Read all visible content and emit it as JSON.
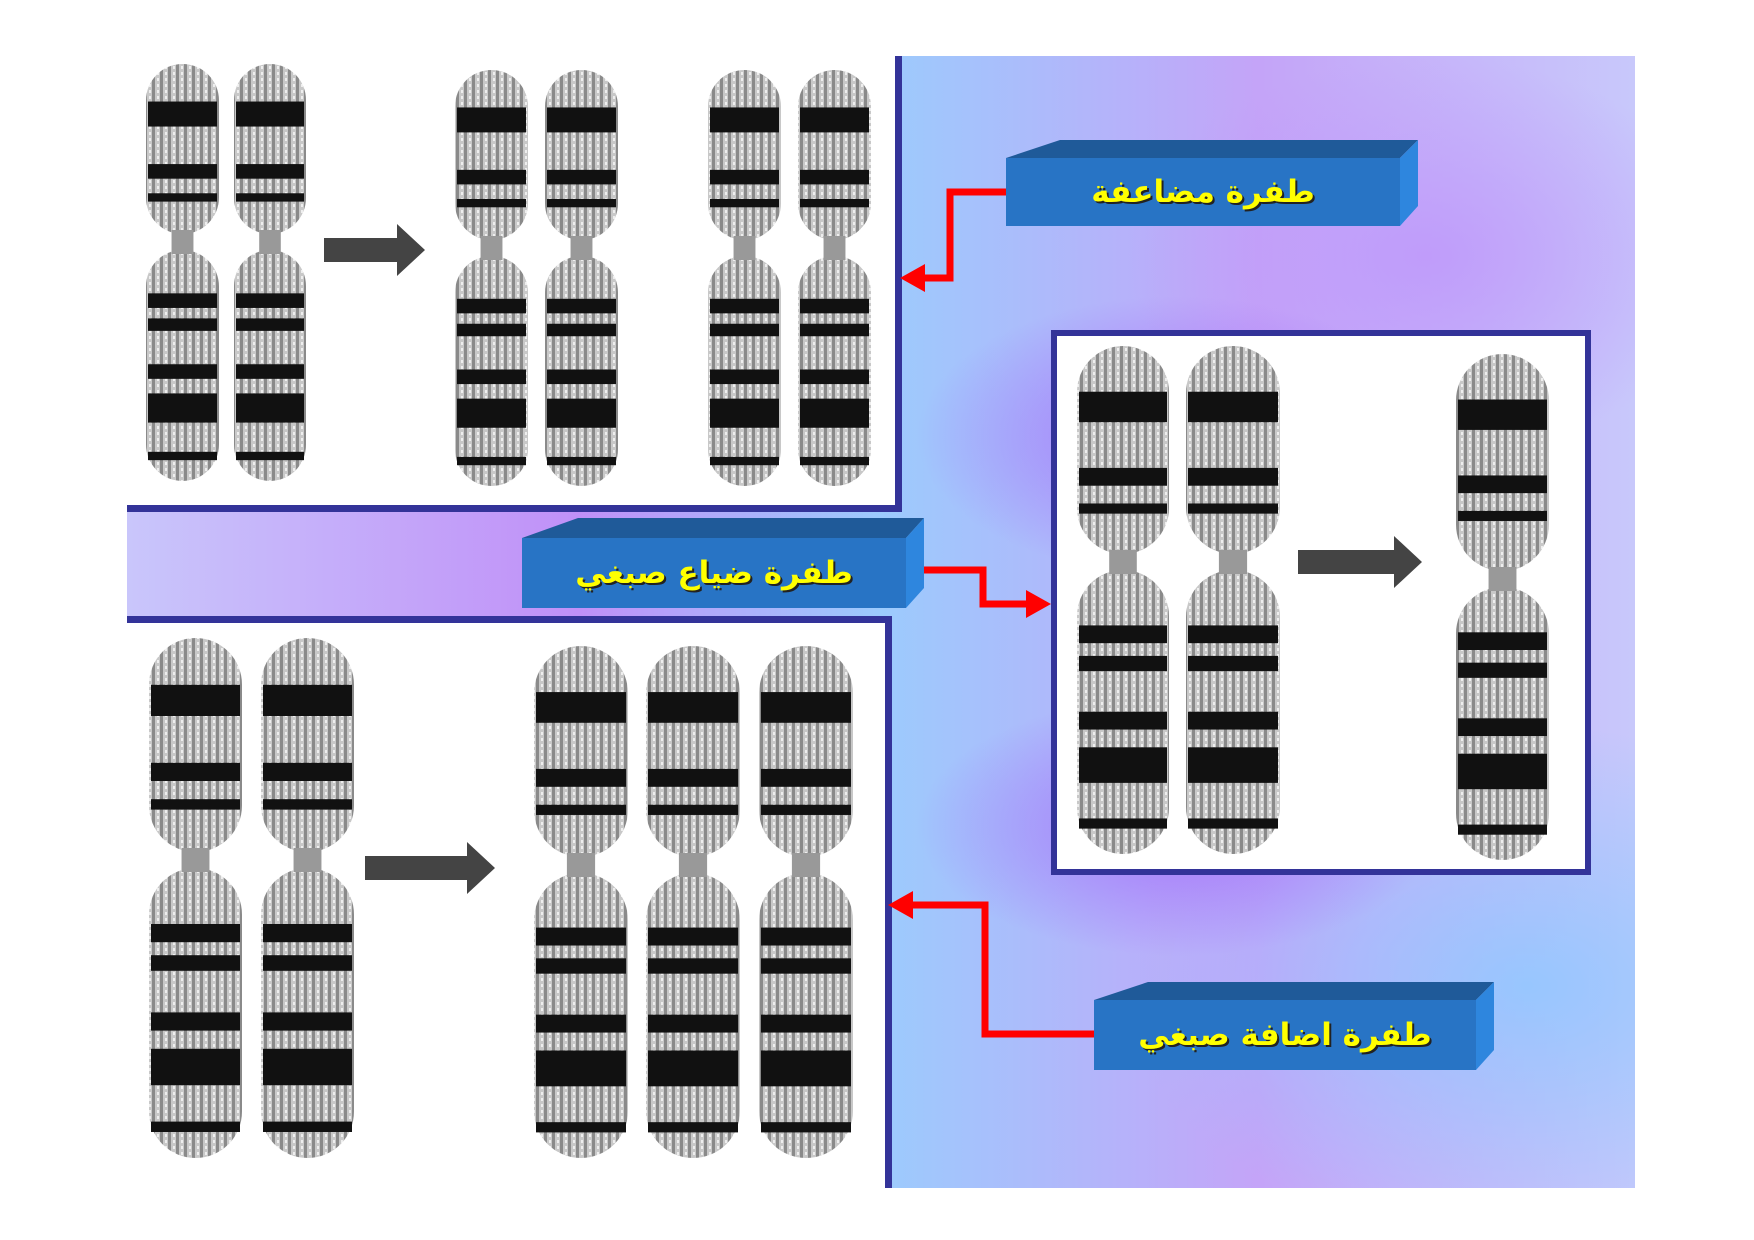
{
  "labels": {
    "duplication": "طفرة مضاعفة",
    "deletion": "طفرة ضياع صبغي",
    "addition": "طفرة اضافة صبغي"
  },
  "colors": {
    "box": "#2874c5",
    "box_top": "#1f5a99",
    "box_side": "#2e86de",
    "text": "#ffff00",
    "arrow": "#ff0000",
    "border": "#333399"
  }
}
